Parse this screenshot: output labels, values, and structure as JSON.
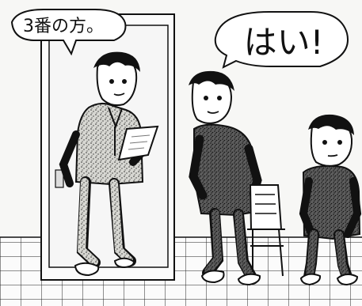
{
  "speech": {
    "left": "3番の方。",
    "right": "はい!"
  },
  "colors": {
    "ink": "#111111",
    "paper": "#f7f7f5",
    "floor": "#ffffff",
    "stipple": "#2b2b2b"
  },
  "icons": {
    "bubble_left": "speech-bubble",
    "bubble_right": "speech-bubble",
    "door": "door",
    "chair": "chair",
    "document": "paper-sheet"
  }
}
